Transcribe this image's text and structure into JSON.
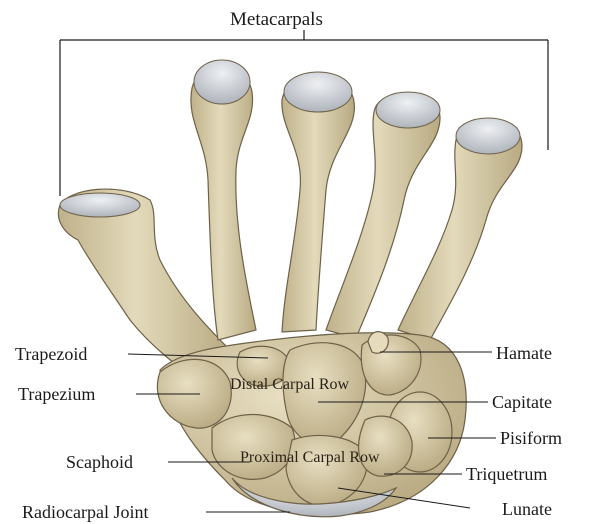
{
  "diagram": {
    "title": "Metacarpals",
    "labels": {
      "trapezoid": "Trapezoid",
      "trapezium": "Trapezium",
      "scaphoid": "Scaphoid",
      "radiocarpal_joint": "Radiocarpal Joint",
      "hamate": "Hamate",
      "capitate": "Capitate",
      "pisiform": "Pisiform",
      "triquetrum": "Triquetrum",
      "lunate": "Lunate",
      "distal_carpal_row": "Distal Carpal Row",
      "proximal_carpal_row": "Proximal Carpal Row"
    },
    "colors": {
      "bone": "#d9cfae",
      "bone_shadow": "#b3a37c",
      "bone_highlight": "#ece4c9",
      "cartilage": "#c9ccd2",
      "outline": "#6e6148",
      "leader_line": "#1a1a1a"
    }
  }
}
